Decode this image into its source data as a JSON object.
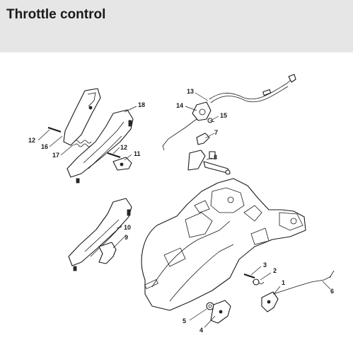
{
  "header": {
    "title": "Throttle control"
  },
  "callouts": [
    {
      "id": "c1",
      "label": "1"
    },
    {
      "id": "c2",
      "label": "2"
    },
    {
      "id": "c3",
      "label": "3"
    },
    {
      "id": "c4",
      "label": "4"
    },
    {
      "id": "c5",
      "label": "5"
    },
    {
      "id": "c6",
      "label": "6"
    },
    {
      "id": "c7",
      "label": "7"
    },
    {
      "id": "c8",
      "label": "8"
    },
    {
      "id": "c9",
      "label": "9"
    },
    {
      "id": "c10",
      "label": "10"
    },
    {
      "id": "c11",
      "label": "11"
    },
    {
      "id": "c12a",
      "label": "12"
    },
    {
      "id": "c12b",
      "label": "12"
    },
    {
      "id": "c13",
      "label": "13"
    },
    {
      "id": "c14",
      "label": "14"
    },
    {
      "id": "c15",
      "label": "15"
    },
    {
      "id": "c16",
      "label": "16"
    },
    {
      "id": "c17",
      "label": "17"
    },
    {
      "id": "c18",
      "label": "18"
    }
  ]
}
